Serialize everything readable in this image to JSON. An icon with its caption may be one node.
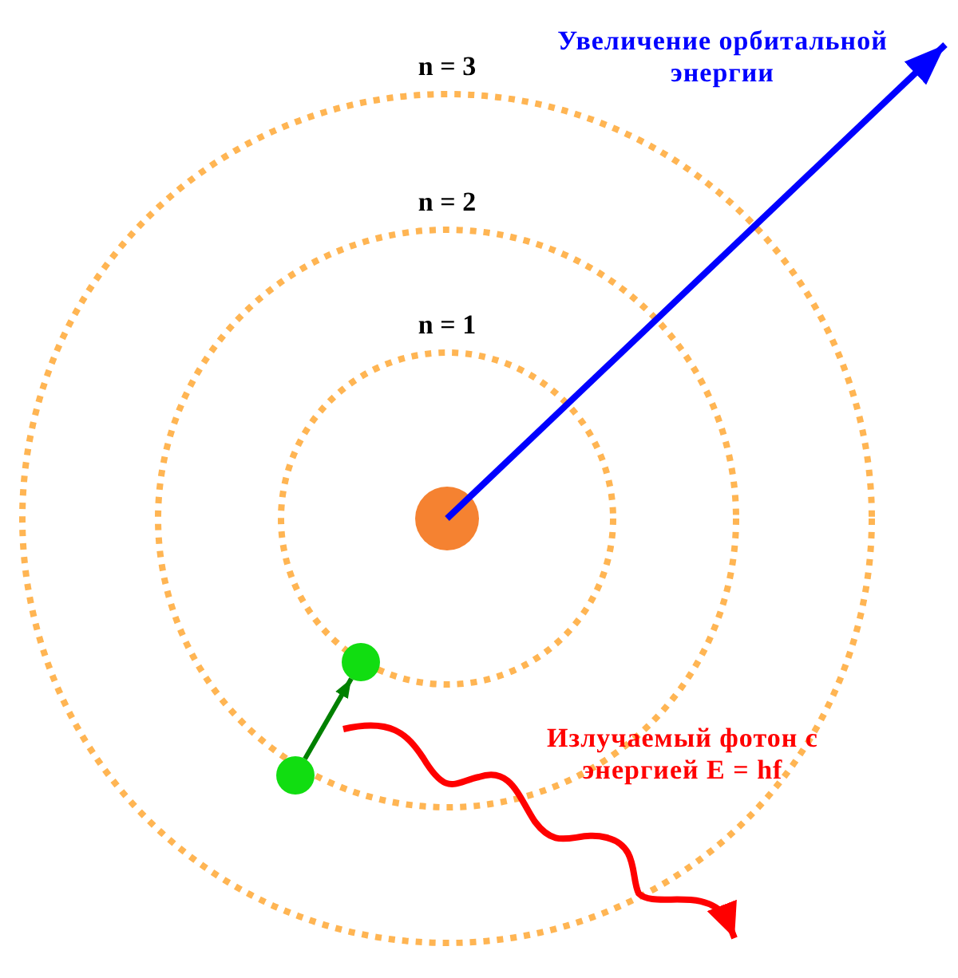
{
  "diagram": {
    "nodes": [
      {
        "text": [
          "n = 3"
        ]
      },
      {
        "text": [
          "n = 2"
        ],
        "in": 0
      },
      {
        "text": [
          "n = 1"
        ],
        "in": 1
      },
      {
        "text": [],
        "shape": "circle",
        "in": 2
      },
      {
        "text": [],
        "shape": "circle",
        "in": 0
      },
      {
        "text": [],
        "shape": "circle",
        "in": 1
      }
    ],
    "edges": [
      {
        "from": 4,
        "to": 5,
        "arrow": "to",
        "color": "#008000"
      }
    ],
    "labels": [
      "Увеличение орбитальной энергии",
      "Излучаемый фотон с энергией E = hf"
    ]
  }
}
